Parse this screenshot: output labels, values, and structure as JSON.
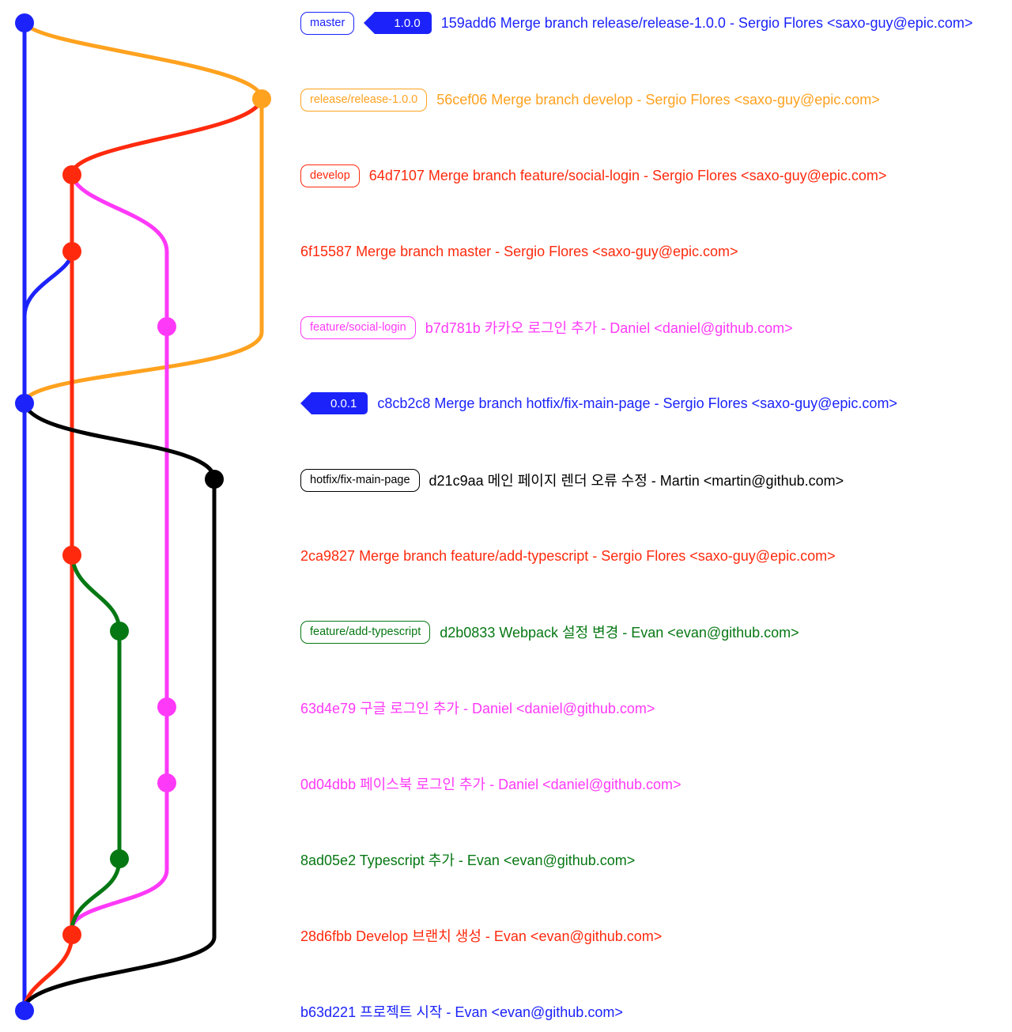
{
  "colors": {
    "master": "#1c23fa",
    "release": "#ffa21f",
    "develop": "#ff2a0e",
    "feature_social_login": "#ff39f8",
    "hotfix": "#000000",
    "feature_add_typescript": "#067813"
  },
  "lanes": {
    "master": 31,
    "develop": 91,
    "feature_add_typescript": 151,
    "feature_social_login": 211,
    "hotfix": 271,
    "release": 331
  },
  "commits": [
    {
      "hash": "159add6",
      "message": "Merge branch release/release-1.0.0",
      "author": "Sergio Flores <saxo-guy@epic.com>",
      "branch_label": "master",
      "tag": "1.0.0",
      "lane": "master",
      "color": "#1c23fa"
    },
    {
      "hash": "56cef06",
      "message": "Merge branch develop",
      "author": "Sergio Flores <saxo-guy@epic.com>",
      "branch_label": "release/release-1.0.0",
      "tag": null,
      "lane": "release",
      "color": "#ffa21f"
    },
    {
      "hash": "64d7107",
      "message": "Merge branch feature/social-login",
      "author": "Sergio Flores <saxo-guy@epic.com>",
      "branch_label": "develop",
      "tag": null,
      "lane": "develop",
      "color": "#ff2a0e"
    },
    {
      "hash": "6f15587",
      "message": "Merge branch master",
      "author": "Sergio Flores <saxo-guy@epic.com>",
      "branch_label": null,
      "tag": null,
      "lane": "develop",
      "color": "#ff2a0e"
    },
    {
      "hash": "b7d781b",
      "message": "카카오 로그인 추가",
      "author": "Daniel <daniel@github.com>",
      "branch_label": "feature/social-login",
      "tag": null,
      "lane": "feature_social_login",
      "color": "#ff39f8"
    },
    {
      "hash": "c8cb2c8",
      "message": "Merge branch hotfix/fix-main-page",
      "author": "Sergio Flores <saxo-guy@epic.com>",
      "branch_label": null,
      "tag": "0.0.1",
      "lane": "master",
      "color": "#1c23fa"
    },
    {
      "hash": "d21c9aa",
      "message": "메인 페이지 렌더 오류 수정",
      "author": "Martin <martin@github.com>",
      "branch_label": "hotfix/fix-main-page",
      "tag": null,
      "lane": "hotfix",
      "color": "#000000"
    },
    {
      "hash": "2ca9827",
      "message": "Merge branch feature/add-typescript",
      "author": "Sergio Flores <saxo-guy@epic.com>",
      "branch_label": null,
      "tag": null,
      "lane": "develop",
      "color": "#ff2a0e"
    },
    {
      "hash": "d2b0833",
      "message": "Webpack 설정 변경",
      "author": "Evan <evan@github.com>",
      "branch_label": "feature/add-typescript",
      "tag": null,
      "lane": "feature_add_typescript",
      "color": "#067813"
    },
    {
      "hash": "63d4e79",
      "message": "구글 로그인 추가",
      "author": "Daniel <daniel@github.com>",
      "branch_label": null,
      "tag": null,
      "lane": "feature_social_login",
      "color": "#ff39f8"
    },
    {
      "hash": "0d04dbb",
      "message": "페이스북 로그인 추가",
      "author": "Daniel <daniel@github.com>",
      "branch_label": null,
      "tag": null,
      "lane": "feature_social_login",
      "color": "#ff39f8"
    },
    {
      "hash": "8ad05e2",
      "message": "Typescript 추가",
      "author": "Evan <evan@github.com>",
      "branch_label": null,
      "tag": null,
      "lane": "feature_add_typescript",
      "color": "#067813"
    },
    {
      "hash": "28d6fbb",
      "message": "Develop 브랜치 생성",
      "author": "Evan <evan@github.com>",
      "branch_label": null,
      "tag": null,
      "lane": "develop",
      "color": "#ff2a0e"
    },
    {
      "hash": "b63d221",
      "message": "프로젝트 시작",
      "author": "Evan <evan@github.com>",
      "branch_label": null,
      "tag": null,
      "lane": "master",
      "color": "#1c23fa"
    }
  ],
  "row_text": [
    "159add6 Merge branch release/release-1.0.0 - Sergio Flores <saxo-guy@epic.com>",
    "56cef06 Merge branch develop - Sergio Flores <saxo-guy@epic.com>",
    "64d7107 Merge branch feature/social-login - Sergio Flores <saxo-guy@epic.com>",
    "6f15587 Merge branch master - Sergio Flores <saxo-guy@epic.com>",
    "b7d781b 카카오 로그인 추가 - Daniel <daniel@github.com>",
    "c8cb2c8 Merge branch hotfix/fix-main-page - Sergio Flores <saxo-guy@epic.com>",
    "d21c9aa 메인 페이지 렌더 오류 수정 - Martin <martin@github.com>",
    "2ca9827 Merge branch feature/add-typescript - Sergio Flores <saxo-guy@epic.com>",
    "d2b0833 Webpack 설정 변경 - Evan <evan@github.com>",
    "63d4e79 구글 로그인 추가 - Daniel <daniel@github.com>",
    "0d04dbb 페이스북 로그인 추가 - Daniel <daniel@github.com>",
    "8ad05e2 Typescript 추가 - Evan <evan@github.com>",
    "28d6fbb Develop 브랜치 생성 - Evan <evan@github.com>",
    "b63d221 프로젝트 시작 - Evan <evan@github.com>"
  ],
  "branch_labels": {
    "master": "master",
    "release": "release/release-1.0.0",
    "develop": "develop",
    "feature_social_login": "feature/social-login",
    "hotfix": "hotfix/fix-main-page",
    "feature_add_typescript": "feature/add-typescript"
  },
  "tags": {
    "v100": "1.0.0",
    "v001": "0.0.1"
  }
}
